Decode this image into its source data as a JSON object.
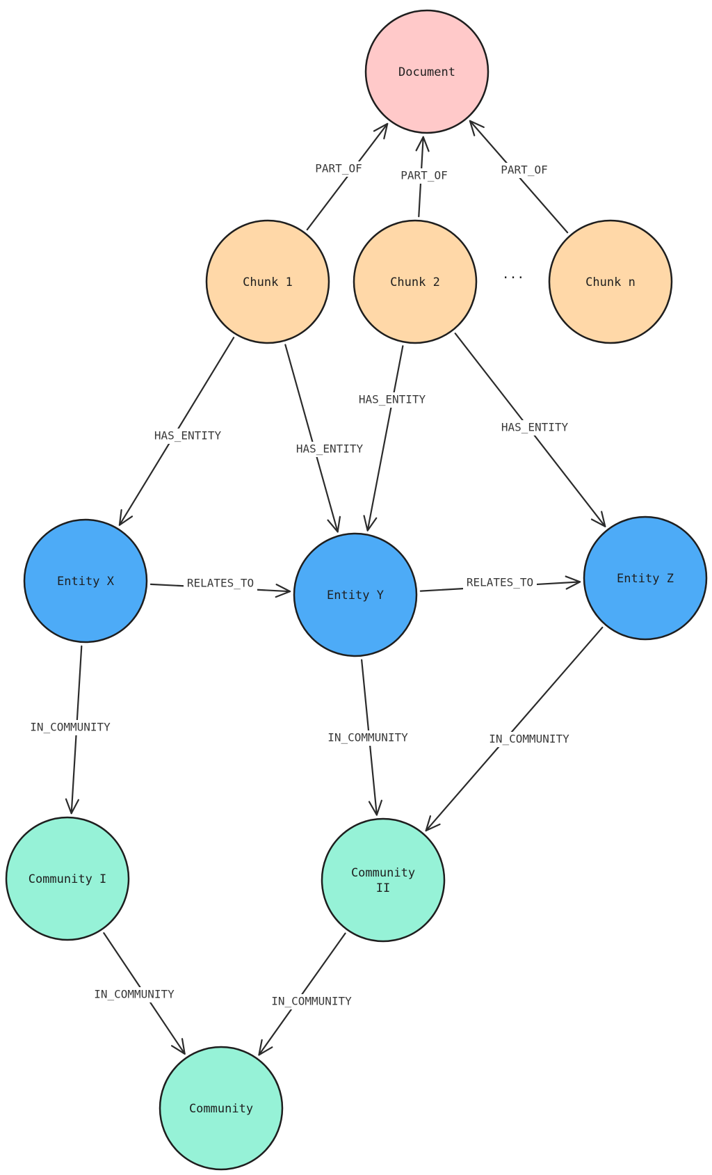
{
  "colors": {
    "document": "#ffc9c9",
    "chunk": "#ffd8a8",
    "entity": "#4dabf7",
    "community": "#96f2d7",
    "stroke": "#1e1e1e"
  },
  "nodes": [
    {
      "id": "document",
      "label": [
        "Document"
      ],
      "kind": "document"
    },
    {
      "id": "chunk1",
      "label": [
        "Chunk 1"
      ],
      "kind": "chunk"
    },
    {
      "id": "chunk2",
      "label": [
        "Chunk 2"
      ],
      "kind": "chunk"
    },
    {
      "id": "chunkn",
      "label": [
        "Chunk n"
      ],
      "kind": "chunk"
    },
    {
      "id": "entityX",
      "label": [
        "Entity X"
      ],
      "kind": "entity"
    },
    {
      "id": "entityY",
      "label": [
        "Entity Y"
      ],
      "kind": "entity"
    },
    {
      "id": "entityZ",
      "label": [
        "Entity Z"
      ],
      "kind": "entity"
    },
    {
      "id": "community1",
      "label": [
        "Community I"
      ],
      "kind": "community"
    },
    {
      "id": "community2",
      "label": [
        "Community",
        "II"
      ],
      "kind": "community"
    },
    {
      "id": "community",
      "label": [
        "Community"
      ],
      "kind": "community"
    }
  ],
  "ellipsis": "...",
  "edges": [
    {
      "from": "chunk1",
      "to": "document",
      "label": "PART_OF"
    },
    {
      "from": "chunk2",
      "to": "document",
      "label": "PART_OF"
    },
    {
      "from": "chunkn",
      "to": "document",
      "label": "PART_OF"
    },
    {
      "from": "chunk1",
      "to": "entityX",
      "label": "HAS_ENTITY"
    },
    {
      "from": "chunk1",
      "to": "entityY",
      "label": "HAS_ENTITY"
    },
    {
      "from": "chunk2",
      "to": "entityY",
      "label": "HAS_ENTITY"
    },
    {
      "from": "chunk2",
      "to": "entityZ",
      "label": "HAS_ENTITY"
    },
    {
      "from": "entityX",
      "to": "entityY",
      "label": "RELATES_TO"
    },
    {
      "from": "entityY",
      "to": "entityZ",
      "label": "RELATES_TO"
    },
    {
      "from": "entityX",
      "to": "community1",
      "label": "IN_COMMUNITY"
    },
    {
      "from": "entityY",
      "to": "community2",
      "label": "IN_COMMUNITY"
    },
    {
      "from": "entityZ",
      "to": "community2",
      "label": "IN_COMMUNITY"
    },
    {
      "from": "community1",
      "to": "community",
      "label": "IN_COMMUNITY"
    },
    {
      "from": "community2",
      "to": "community",
      "label": "IN_COMMUNITY"
    }
  ]
}
